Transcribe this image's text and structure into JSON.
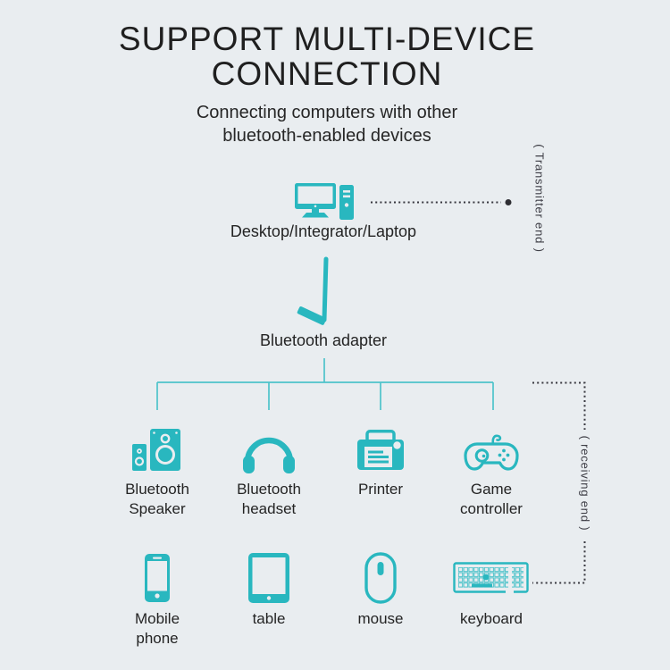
{
  "colors": {
    "background": "#e9edf0",
    "accent": "#29b7bf",
    "tree_line": "#4ec3ca",
    "dotted_line": "#38383f",
    "text": "#242424",
    "caption": "#3d3d45"
  },
  "header": {
    "title": "SUPPORT MULTI-DEVICE\nCONNECTION",
    "subtitle": "Connecting computers with other\nbluetooth-enabled devices"
  },
  "transmitter": {
    "icon": "desktop-computer-icon",
    "label": "Desktop/Integrator/Laptop",
    "caption": "( Transmitter end )"
  },
  "adapter": {
    "icon": "bluetooth-adapter-icon",
    "label": "Bluetooth adapter"
  },
  "receiver": {
    "caption": "( receiving end )"
  },
  "devices_row1": [
    {
      "icon": "speaker-icon",
      "label": "Bluetooth\nSpeaker"
    },
    {
      "icon": "headset-icon",
      "label": "Bluetooth\nheadset"
    },
    {
      "icon": "printer-icon",
      "label": "Printer"
    },
    {
      "icon": "game-controller-icon",
      "label": "Game\ncontroller"
    }
  ],
  "devices_row2": [
    {
      "icon": "mobile-phone-icon",
      "label": "Mobile\nphone"
    },
    {
      "icon": "tablet-icon",
      "label": "table"
    },
    {
      "icon": "mouse-icon",
      "label": "mouse"
    },
    {
      "icon": "keyboard-icon",
      "label": "keyboard"
    }
  ]
}
